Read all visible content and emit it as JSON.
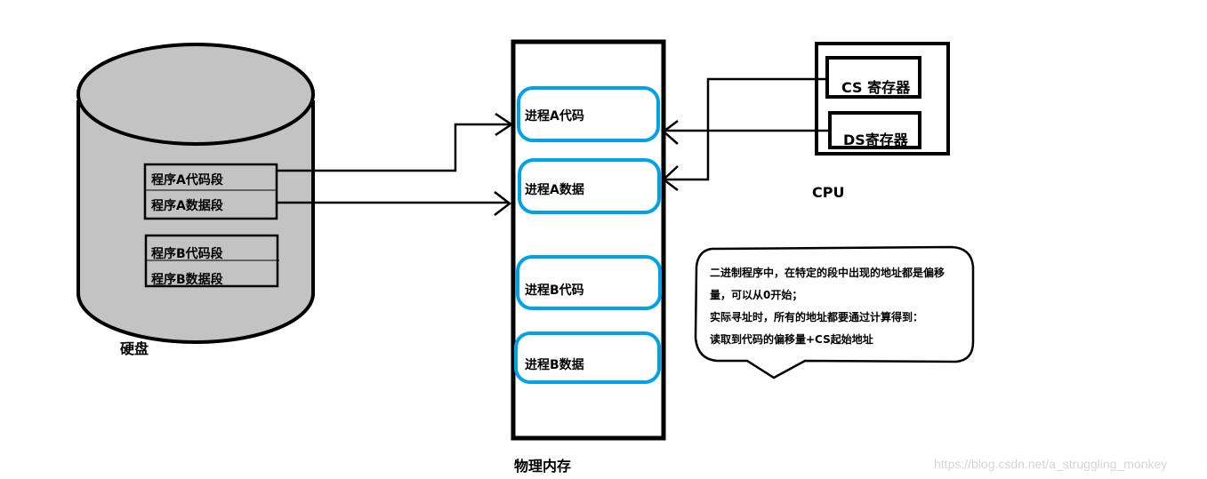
{
  "disk": {
    "label": "硬盘",
    "fill_color": "#c3c3c3",
    "program_a": {
      "code": "程序A代码段",
      "data": "程序A数据段"
    },
    "program_b": {
      "code": "程序B代码段",
      "data": "程序B数据段"
    }
  },
  "memory": {
    "label": "物理内存",
    "border_color": "#00a2e8",
    "blocks": [
      {
        "label": "进程A代码"
      },
      {
        "label": "进程A数据"
      },
      {
        "label": "进程B代码"
      },
      {
        "label": "进程B数据"
      }
    ]
  },
  "cpu": {
    "label": "CPU",
    "cs_register": "CS 寄存器",
    "ds_register": "DS寄存器"
  },
  "note": {
    "lines": [
      "二进制程序中，在特定的段中出现的地址都是偏移",
      "量，可以从0开始；",
      "实际寻址时，所有的地址都要通过计算得到：",
      "读取到代码的偏移量+CS起始地址"
    ]
  },
  "watermark": "https://blog.csdn.net/a_struggling_monkey"
}
